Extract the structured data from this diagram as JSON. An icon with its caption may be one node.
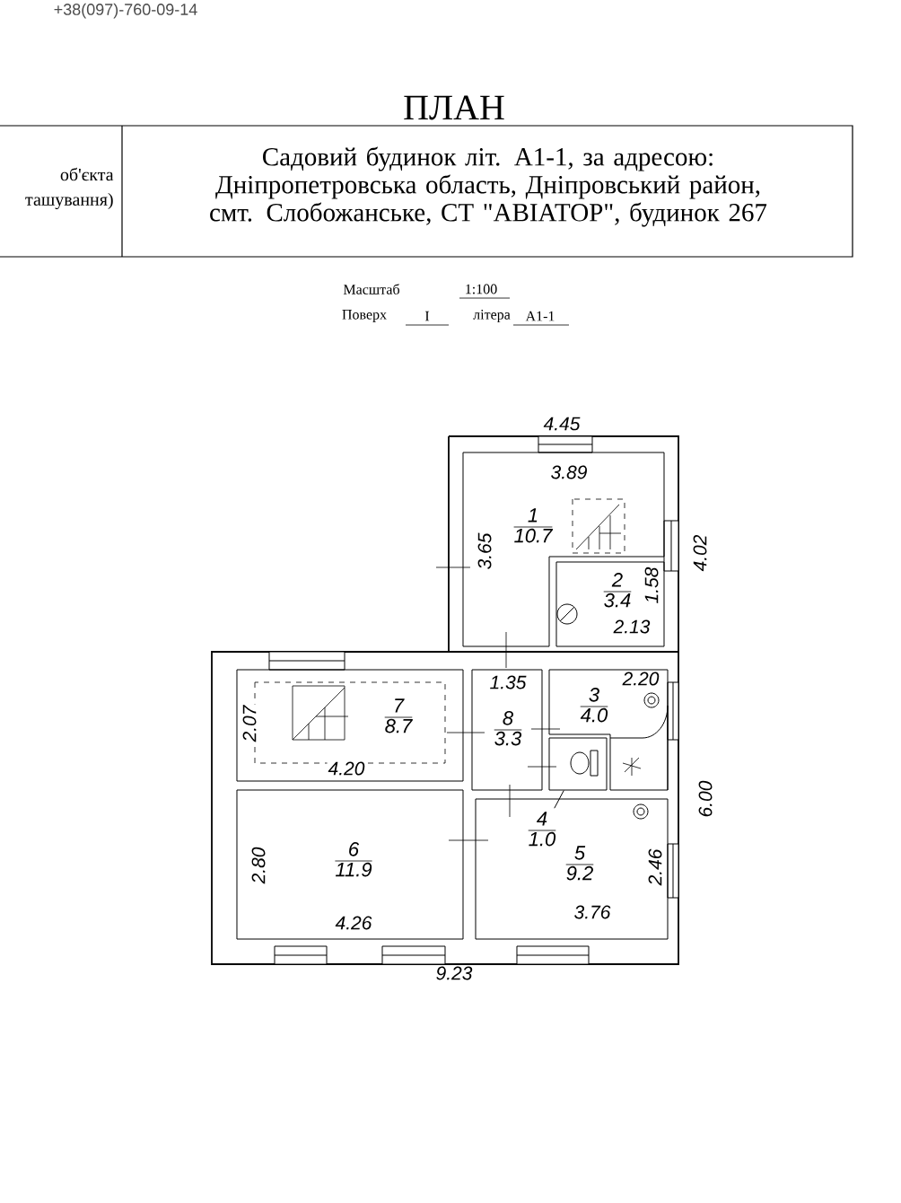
{
  "diagram": {
    "title": "ПЛАН",
    "nodes": [
      {
        "text": [
          "1",
          "10.7"
        ]
      },
      {
        "text": [
          "2",
          "3.4"
        ]
      },
      {
        "text": [
          "7",
          "8.7"
        ]
      },
      {
        "text": [
          "8",
          "3.3"
        ]
      },
      {
        "text": [
          "3",
          "4.0"
        ]
      },
      {
        "text": [],
        "shape": "box"
      },
      {
        "text": [
          "6",
          "11.9"
        ]
      },
      {
        "text": [
          "5",
          "9.2"
        ]
      },
      {
        "text": [
          "4",
          "1.0"
        ],
        "in": 7
      }
    ],
    "edges": [
      {
        "from": 8,
        "to": 5,
        "arrow": "none"
      }
    ],
    "labels": [
      "+38(097)-760-09-14",
      "об'єкта",
      "ташування)",
      "Садовий будинок літ. А1-1, за адресою: Дніпропетровська область, Дніпровський район, смт. Слобожанське, СТ \"АВІАТОР\", будинок 267",
      "Масштаб",
      "1:100",
      "Поверх",
      "I",
      "літера",
      "А1-1",
      "4.45",
      "3.89",
      "3.65",
      "4.02",
      "1.58",
      "2.13",
      "1.35",
      "2.20",
      "2.07",
      "4.20",
      "2.80",
      "4.26",
      "3.76",
      "2.46",
      "6.00",
      "9.23"
    ]
  }
}
